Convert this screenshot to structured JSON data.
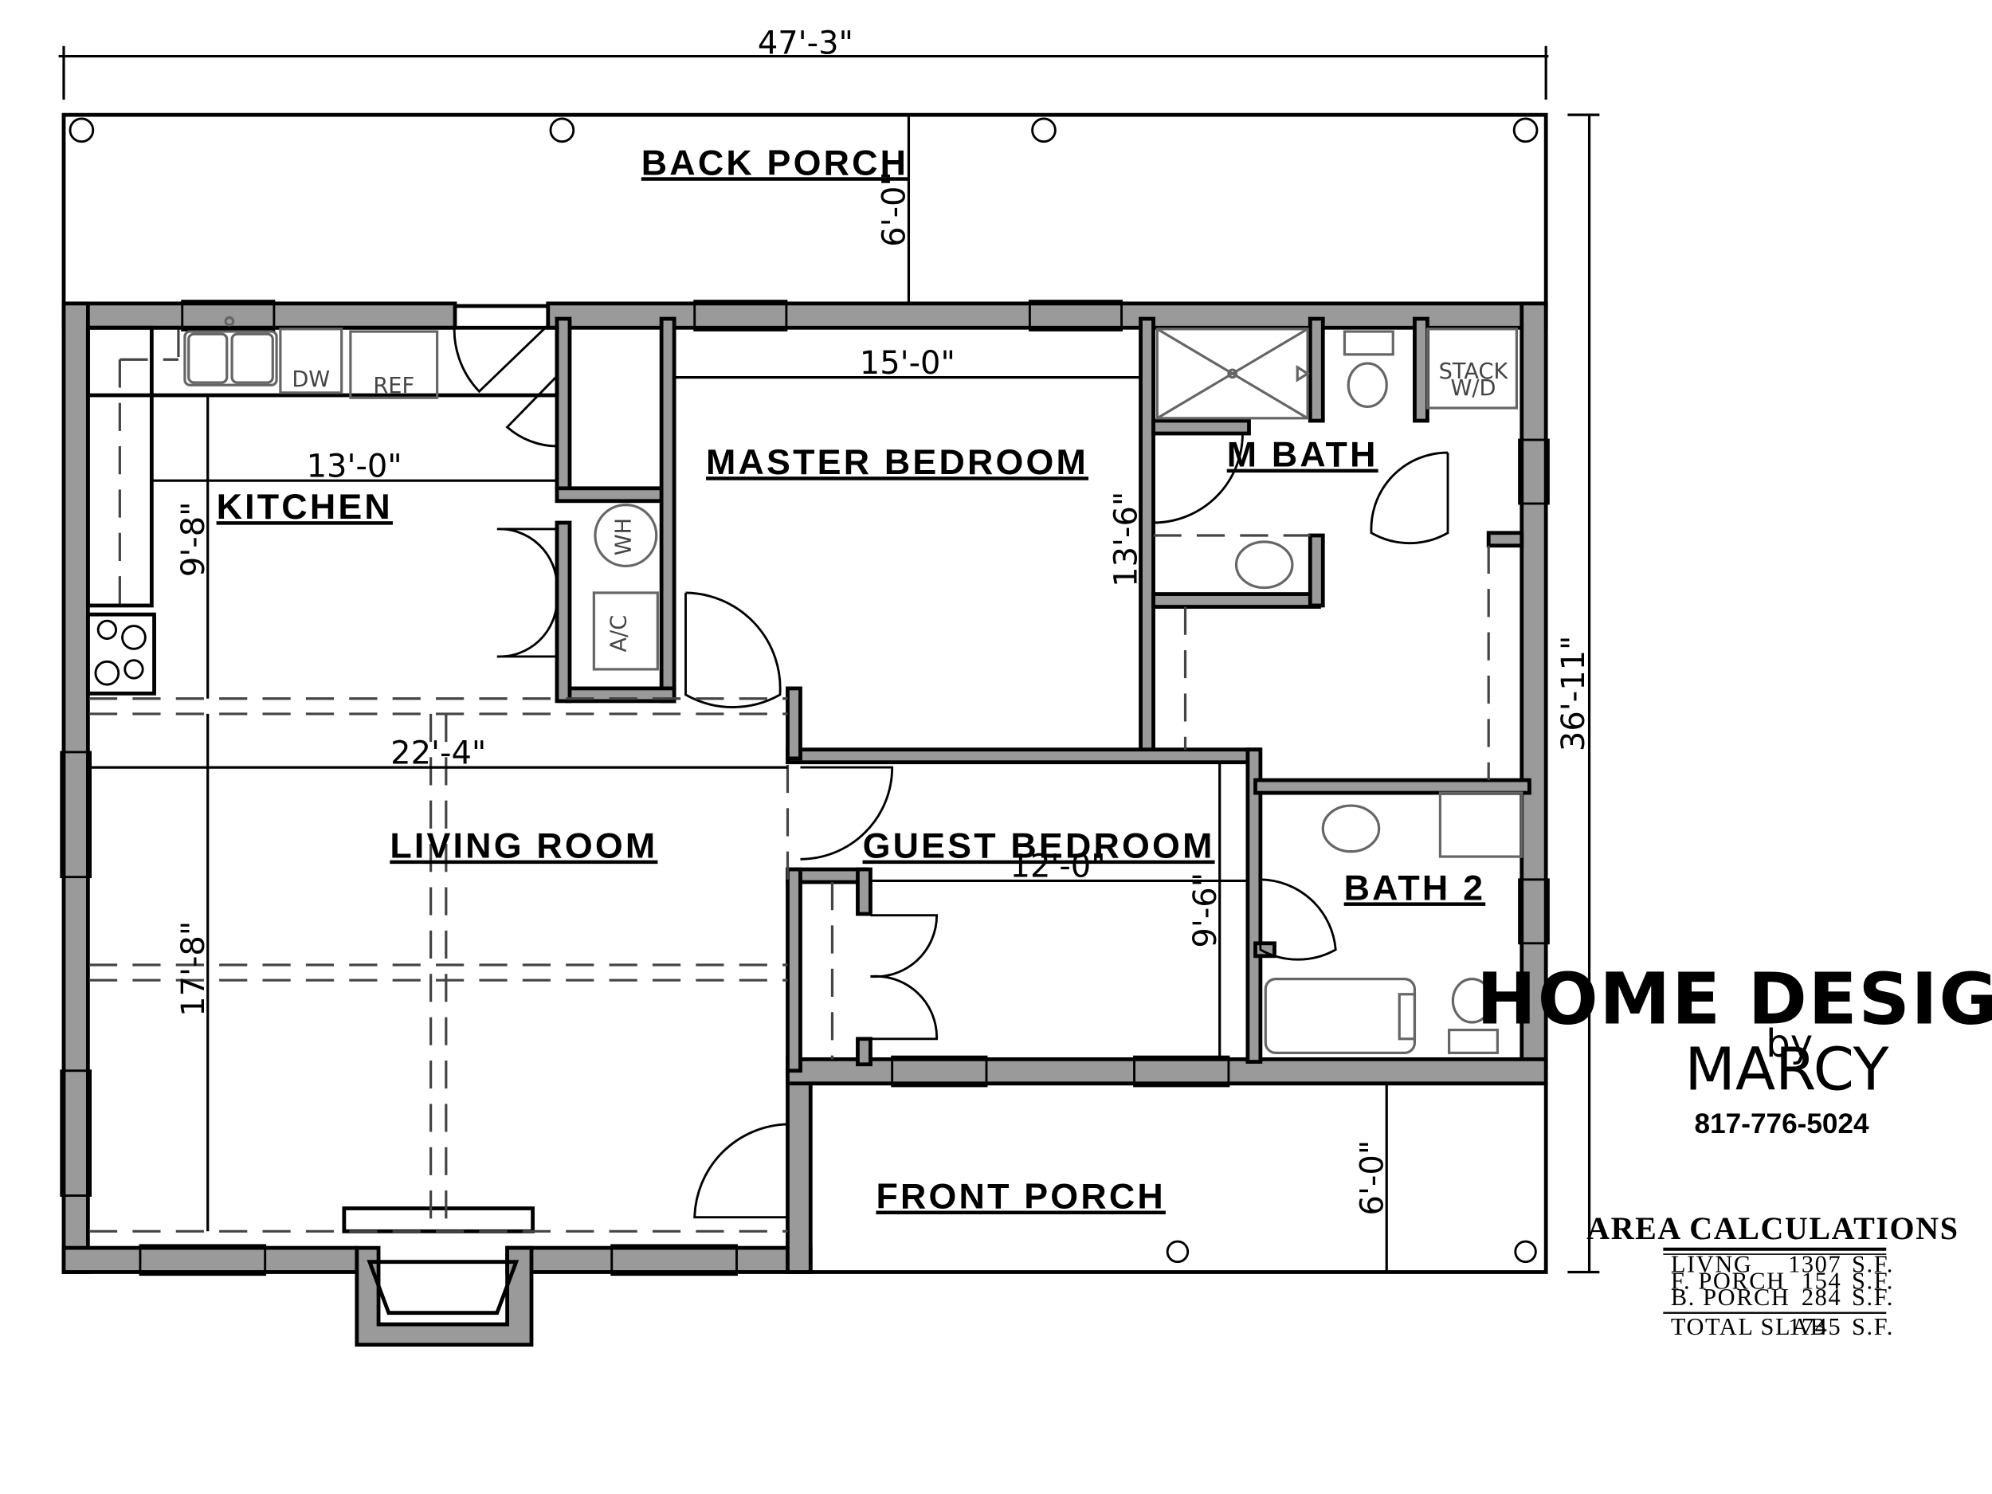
{
  "rooms": {
    "back_porch": "BACK PORCH",
    "kitchen": "KITCHEN",
    "master_bedroom": "MASTER BEDROOM",
    "m_bath": "M BATH",
    "living_room": "LIVING ROOM",
    "guest_bedroom": "GUEST BEDROOM",
    "bath_2": "BATH 2",
    "front_porch": "FRONT PORCH"
  },
  "dimensions": {
    "overall_width": "47'-3\"",
    "overall_depth": "36'-11\"",
    "back_porch_depth": "6'-0\"",
    "master_width": "15'-0\"",
    "master_depth": "13'-6\"",
    "kitchen_width": "13'-0\"",
    "kitchen_depth": "9'-8\"",
    "living_width": "22'-4\"",
    "living_depth": "17'-8\"",
    "guest_width": "12'-0\"",
    "guest_depth": "9'-6\"",
    "front_porch_depth": "6'-0\""
  },
  "fixtures": {
    "dishwasher": "DW",
    "refrigerator": "REF",
    "water_heater": "WH",
    "ac": "A/C",
    "stack": "STACK",
    "washer_dryer": "W/D"
  },
  "brand": {
    "title": "HOME DESIGNS",
    "by": "by",
    "name": "MARCY",
    "phone": "817-776-5024"
  },
  "area_calculations": {
    "title": "AREA CALCULATIONS",
    "rows": [
      {
        "label": "LIVNG",
        "value": "1307",
        "unit": "S.F."
      },
      {
        "label": "F. PORCH",
        "value": "154",
        "unit": "S.F."
      },
      {
        "label": "B. PORCH",
        "value": "284",
        "unit": "S.F."
      }
    ],
    "total": {
      "label": "TOTAL SLAB",
      "value": "1745",
      "unit": "S.F."
    }
  }
}
